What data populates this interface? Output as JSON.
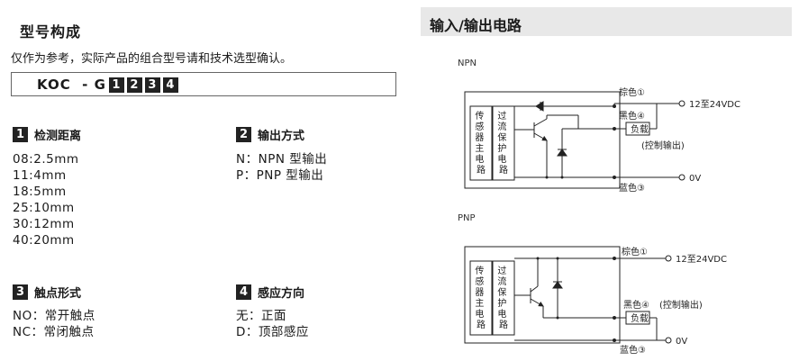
{
  "left": {
    "title": "型号构成",
    "note": "仅作为参考，实际产品的组合型号请和技术选型确认。",
    "model": {
      "prefix": "KOC  - G",
      "codes": [
        "1",
        "2",
        "3",
        "4"
      ]
    },
    "sections": [
      {
        "num": "1",
        "title": "检测距离",
        "items": [
          "08:2.5mm",
          "11:4mm",
          "18:5mm",
          "25:10mm",
          "30:12mm",
          "40:20mm"
        ]
      },
      {
        "num": "2",
        "title": "输出方式",
        "items": [
          "N：NPN 型输出",
          "P：PNP 型输出"
        ]
      },
      {
        "num": "3",
        "title": "触点形式",
        "items": [
          "NO：常开触点",
          "NC：常闭触点"
        ]
      },
      {
        "num": "4",
        "title": "感应方向",
        "items": [
          "无：正面",
          "D：顶部感应"
        ]
      }
    ]
  },
  "right": {
    "title": "输入/输出电路",
    "npn": {
      "label": "NPN",
      "sensor_main": [
        "传",
        "感",
        "器",
        "主",
        "电",
        "路"
      ],
      "protect": [
        "过",
        "流",
        "保",
        "护",
        "电",
        "路"
      ],
      "brown": "棕色①",
      "black": "黑色④",
      "blue": "蓝色③",
      "vdc": "12至24VDC",
      "zero": "0V",
      "load": "负载",
      "ctrl": "(控制输出)"
    },
    "pnp": {
      "label": "PNP",
      "sensor_main": [
        "传",
        "感",
        "器",
        "主",
        "电",
        "路"
      ],
      "protect": [
        "过",
        "流",
        "保",
        "护",
        "电",
        "路"
      ],
      "brown": "棕色①",
      "black": "黑色④",
      "blue": "蓝色③",
      "vdc": "12至24VDC",
      "zero": "0V",
      "load": "负载",
      "ctrl": "(控制输出)"
    }
  }
}
